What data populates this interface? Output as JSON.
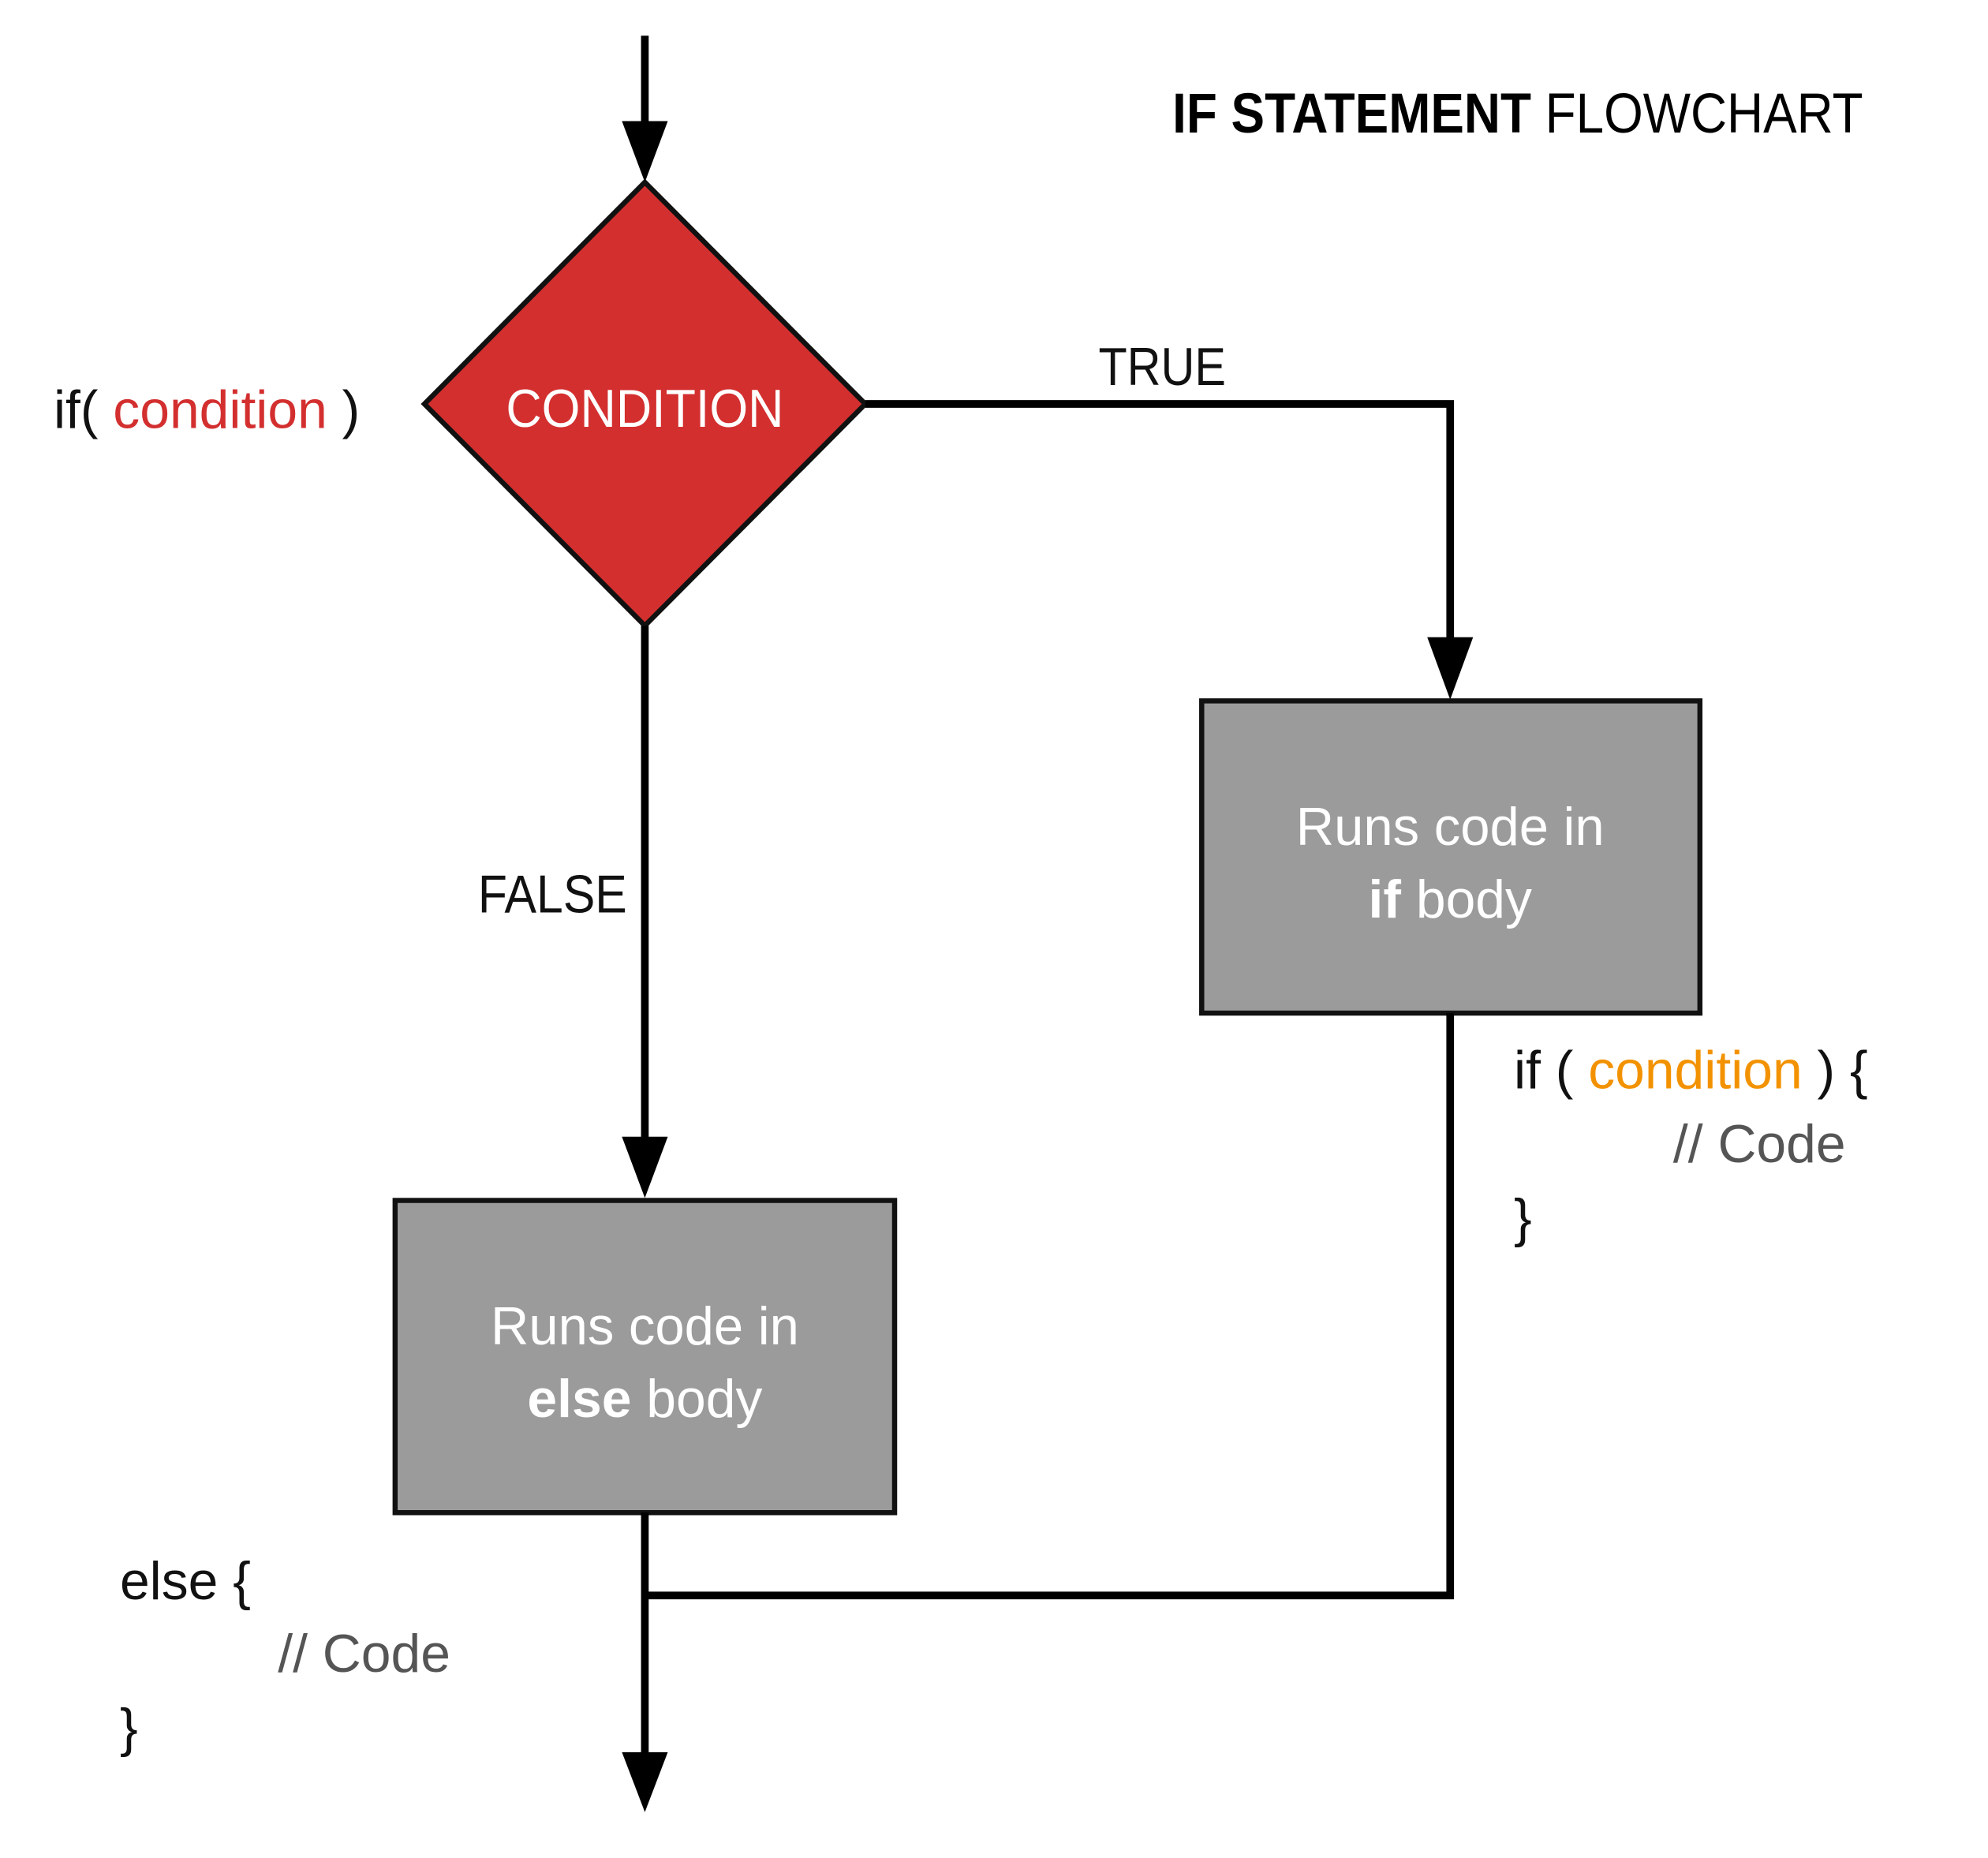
{
  "title": {
    "bold": "IF STATEMENT",
    "regular": "FLOWCHART"
  },
  "decision": {
    "label": "CONDITION"
  },
  "branches": {
    "true_label": "TRUE",
    "false_label": "FALSE"
  },
  "if_box": {
    "line1": "Runs code in",
    "line2_bold": "if",
    "line2_rest": " body"
  },
  "else_box": {
    "line1": "Runs code in",
    "line2_bold": "else",
    "line2_rest": " body"
  },
  "condition_code": {
    "prefix": "if( ",
    "keyword": "condition",
    "suffix": " )"
  },
  "if_code": {
    "prefix": "if ( ",
    "keyword": "condition",
    "suffix": " ) {",
    "comment": "// Code",
    "close": "}"
  },
  "else_code": {
    "open": "else {",
    "comment": "// Code",
    "close": "}"
  },
  "colors": {
    "decision": "#d32f2f",
    "box": "#9b9b9b",
    "orange": "#f39200",
    "comment": "#555555"
  }
}
